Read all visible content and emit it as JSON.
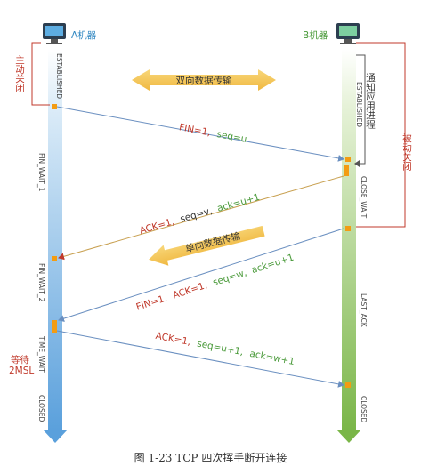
{
  "machine_a": "A机器",
  "machine_b": "B机器",
  "states_a": {
    "established": "ESTABLISHED",
    "fin_wait_1": "FIN_WAIT_1",
    "fin_wait_2": "FIN_WAIT_2",
    "time_wait": "TIME_WAIT",
    "closed": "CLOSED"
  },
  "states_b": {
    "established": "ESTABLISHED",
    "close_wait": "CLOSE_WAIT",
    "last_ack": "LAST_ACK",
    "closed": "CLOSED"
  },
  "notes": {
    "active_close": "主动关闭",
    "passive_close": "被动关闭",
    "notify_app": "通知应用进程",
    "wait_2msl_1": "等待",
    "wait_2msl_2": "2MSL"
  },
  "transfer": {
    "bidirectional": "双向数据传输",
    "unidirectional": "单向数据传输"
  },
  "messages": {
    "m1_a": "FIN=1,",
    "m1_b": "seq=u",
    "m2_a": "ACK=1,",
    "m2_b": "seq=v,",
    "m2_c": "ack=u+1",
    "m3_a": "FIN=1,",
    "m3_b": "ACK=1,",
    "m3_c": "seq=w,",
    "m3_d": "ack=u+1",
    "m4_a": "ACK=1,",
    "m4_b": "seq=u+1,",
    "m4_c": "ack=w+1"
  },
  "caption": "图 1-23  TCP 四次挥手断开连接",
  "colors": {
    "red": "#c0392b",
    "green": "#4a9a3a",
    "blue_lane": "#6fb0e0",
    "green_lane": "#8cc063",
    "orange": "#f39c12",
    "band": "#f5c85a"
  }
}
